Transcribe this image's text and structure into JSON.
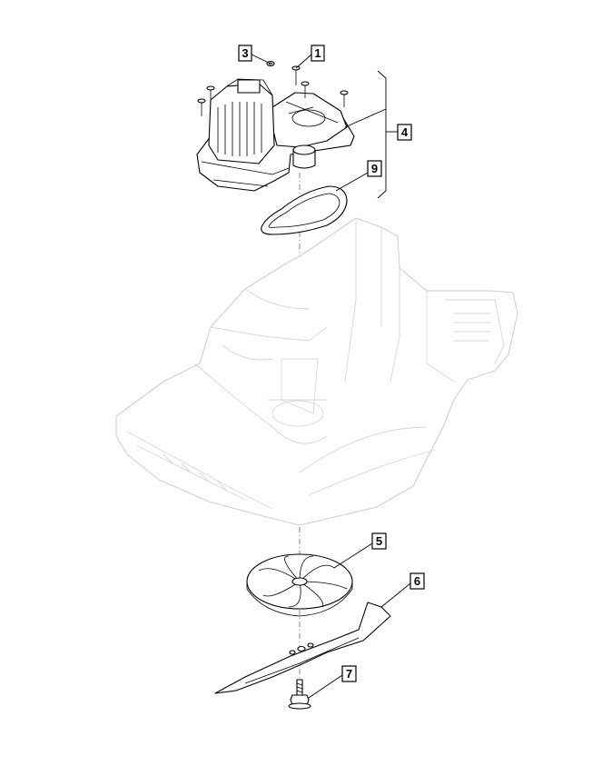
{
  "callouts": {
    "c1": "1",
    "c3": "3",
    "c4": "4",
    "c9": "9",
    "c5": "5",
    "c6": "6",
    "c7": "7"
  },
  "colors": {
    "line": "#000000",
    "ghost": "#cfcfcf",
    "background": "#ffffff"
  }
}
